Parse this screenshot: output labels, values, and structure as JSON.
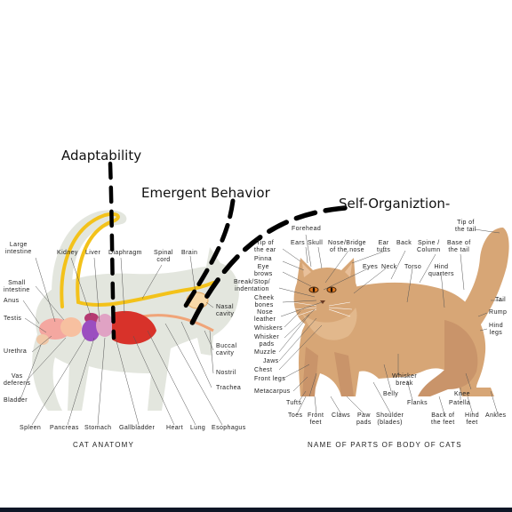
{
  "annotations": {
    "adaptability": "Adaptability",
    "emergent_behavior": "Emergent Behavior",
    "self_organization": "Self-Organiztion-"
  },
  "anatomy": {
    "caption": "CAT ANATOMY",
    "labels": {
      "large_intestine": "Large\nintestine",
      "kidney": "Kidney",
      "liver": "Liver",
      "diaphragm": "Diaphragm",
      "spinal_cord": "Spinal\ncord",
      "brain": "Brain",
      "small_intestine": "Small\nintestine",
      "anus": "Anus",
      "testis": "Testis",
      "nasal_cavity": "Nasal\ncavity",
      "urethra": "Urethra",
      "buccal_cavity": "Buccal\ncavity",
      "vas_deferens": "Vas\ndeferens",
      "nostril": "Nostril",
      "trachea": "Trachea",
      "bladder": "Bladder",
      "spleen": "Spleen",
      "pancreas": "Pancreas",
      "stomach": "Stomach",
      "gallbladder": "Gallbladder",
      "heart": "Heart",
      "lung": "Lung",
      "esophagus": "Esophagus"
    }
  },
  "body_parts": {
    "caption": "NAME OF PARTS OF BODY OF CATS",
    "labels": {
      "tip_of_tail": "Tip of\nthe tail",
      "forehead": "Forehead",
      "tip_of_ear": "Tip of\nthe ear",
      "ears": "Ears",
      "skull": "Skull",
      "nose_bridge": "Nose/Bridge\nof the nose",
      "ear_tufts": "Ear\ntufts",
      "back": "Back",
      "spine_column": "Spine /\nColumn",
      "base_of_tail": "Base of\nthe tail",
      "pinna": "Pinna",
      "eye_brows": "Eye\nbrows",
      "eyes": "Eyes",
      "neck": "Neck",
      "torso": "Torso",
      "hind_quarters": "Hind\nquarters",
      "break_stop": "Break/Stop/\nindentation",
      "cheek_bones": "Cheek\nbones",
      "tail": "Tail",
      "nose_leather": "Nose\nleather",
      "rump": "Rump",
      "whiskers": "Whiskers",
      "whisker_pads": "Whisker\npads",
      "hind_legs": "Hind\nlegs",
      "muzzle": "Muzzle",
      "jaws": "Jaws",
      "chest": "Chest",
      "whisker_break": "Whisker\nbreak",
      "front_legs": "Front legs",
      "metacarpus": "Metacarpus",
      "belly": "Belly",
      "knee": "Knee",
      "tufts": "Tufts",
      "flanks": "Flanks",
      "patella": "Patella",
      "toes": "Toes",
      "front_feet": "Front\nfeet",
      "claws": "Claws",
      "paw_pads": "Paw\npads",
      "shoulder_blades": "Shoulder\n(blades)",
      "back_of_feet": "Back of\nthe feet",
      "hind_feet": "Hind\nfeet",
      "ankles": "Ankles"
    }
  },
  "colors": {
    "cat_silhouette": "#e3e6de",
    "spinal_cord": "#f3c21a",
    "cat_fur": "#d7a676",
    "cat_fur_dark": "#b8865a",
    "organ_red": "#d8322a",
    "organ_purple": "#9b4ec0",
    "intestine_pink": "#f4a7a0",
    "dash_line": "#000000",
    "bottom_bar": "#0e1626"
  }
}
